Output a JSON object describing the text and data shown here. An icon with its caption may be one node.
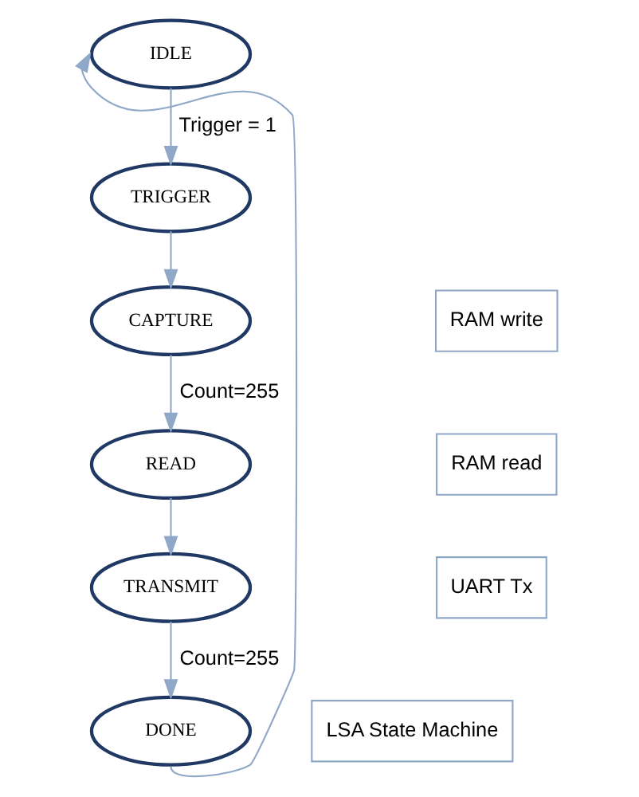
{
  "diagram": {
    "nodes": [
      {
        "text": [
          "IDLE"
        ]
      },
      {
        "text": [
          "TRIGGER"
        ]
      },
      {
        "text": [
          "CAPTURE"
        ]
      },
      {
        "text": [
          "RAM write"
        ]
      },
      {
        "text": [
          "READ"
        ]
      },
      {
        "text": [
          "RAM read"
        ]
      },
      {
        "text": [
          "TRANSMIT"
        ]
      },
      {
        "text": [
          "UART Tx"
        ]
      },
      {
        "text": [
          "DONE"
        ]
      },
      {
        "text": [
          "LSA State Machine"
        ]
      }
    ],
    "edges": [
      {
        "from": 0,
        "to": 1,
        "arrow": "to",
        "label": "Trigger = 1"
      },
      {
        "from": 1,
        "to": 2,
        "arrow": "to"
      },
      {
        "from": 2,
        "to": 4,
        "arrow": "to",
        "label": "Count=255"
      },
      {
        "from": 4,
        "to": 6,
        "arrow": "to"
      },
      {
        "from": 6,
        "to": 8,
        "arrow": "to",
        "label": "Count=255"
      },
      {
        "from": 8,
        "to": 0,
        "arrow": "to"
      }
    ]
  }
}
